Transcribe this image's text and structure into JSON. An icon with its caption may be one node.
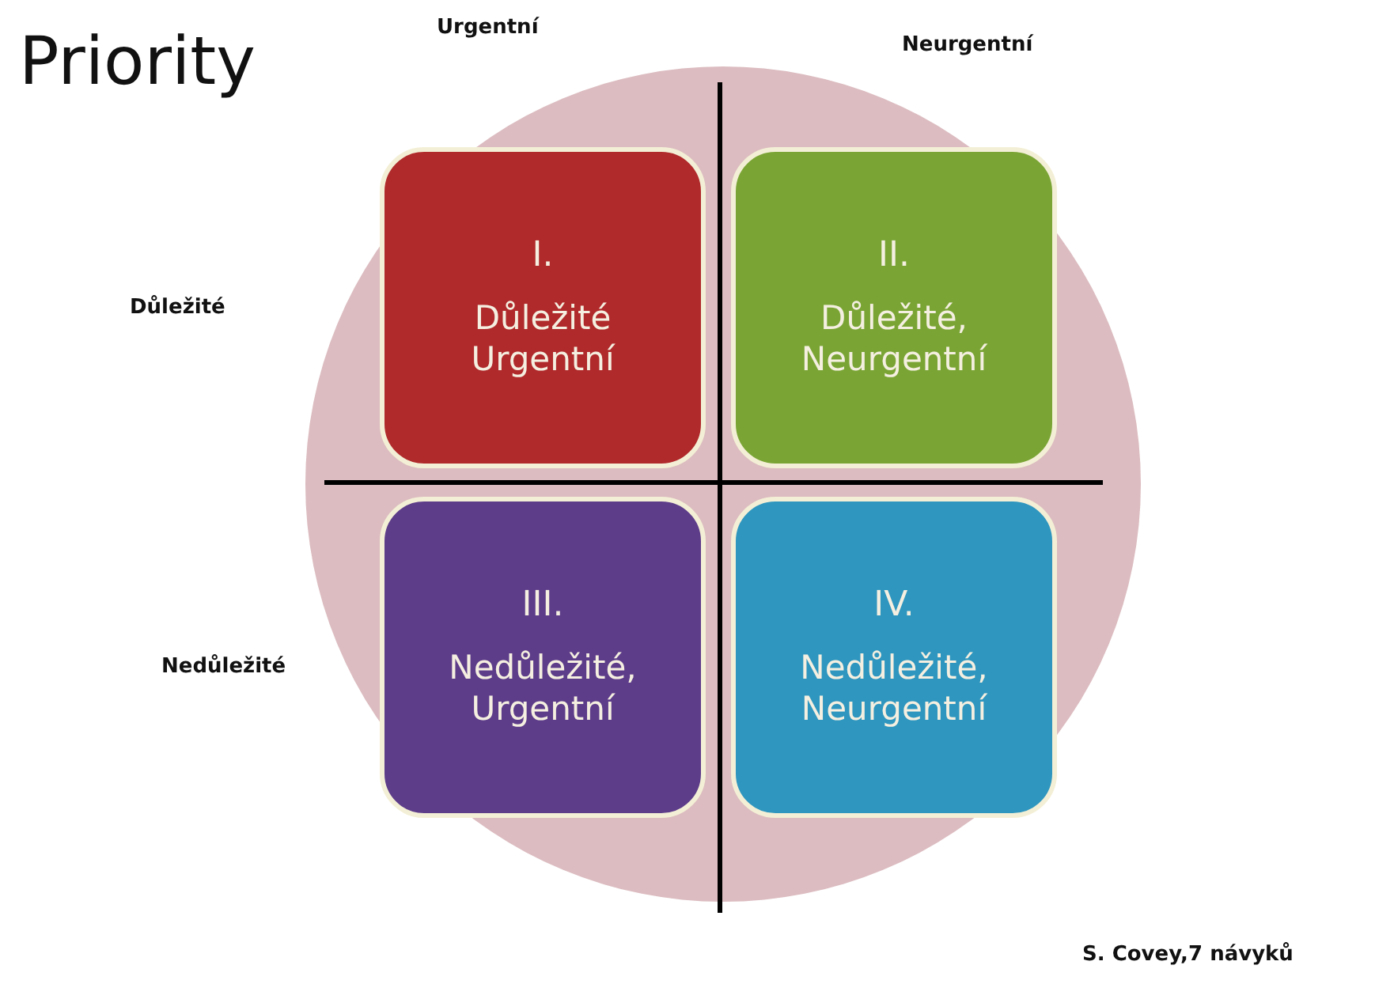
{
  "diagram": {
    "title": "Priority",
    "nodes": [
      {
        "text": [
          "I.",
          "Důležité Urgentní"
        ]
      },
      {
        "text": [
          "II.",
          "Důležité, Neurgentní"
        ]
      },
      {
        "text": [
          "III.",
          "Nedůležité, Urgentní"
        ]
      },
      {
        "text": [
          "IV.",
          "Nedůležité, Neurgentní"
        ]
      }
    ],
    "edges": [],
    "labels": [
      "Urgentní",
      "Neurgentní",
      "Důležité",
      "Nedůležité",
      "S. Covey,7 návyků"
    ]
  }
}
